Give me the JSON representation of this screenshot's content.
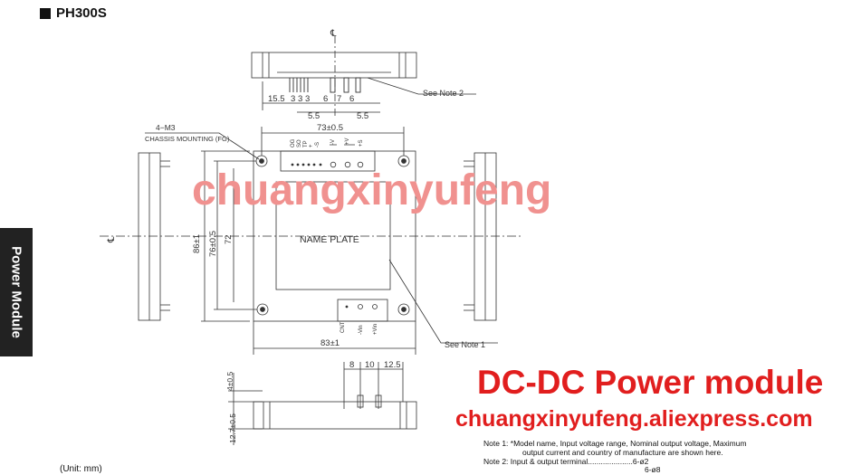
{
  "header": {
    "title": "PH300S"
  },
  "side_tab": {
    "label": "Power Module"
  },
  "drawing": {
    "centerline_symbol": "℄",
    "top_dims": {
      "d15_5": "15.5",
      "d3a": "3",
      "d3b": "3",
      "d3c": "3",
      "d6a": "6",
      "d7": "7",
      "d6b": "6",
      "d5_5a": "5.5",
      "d5_5b": "5.5"
    },
    "see_note2": "See  Note 2",
    "mount_label": "4−M3",
    "chassis_label": "CHASSIS MOUNTING (FG)",
    "width_73": "73±0.5",
    "width_83": "83±1",
    "height_86": "86±1",
    "height_76": "76±0.5",
    "height_72": "72",
    "name_plate": "NAME PLATE",
    "see_note1": "See  Note 1",
    "out_pins": {
      "p1": "OG",
      "p2": "SO",
      "p3": "TP",
      "p4": "+",
      "p5": "-S",
      "p6": "-V",
      "p7": "+V",
      "p8": "+S"
    },
    "in_pins": {
      "p1": "CNT",
      "p2": "-Vin",
      "p3": "+Vin"
    },
    "bottom_dims": {
      "d8": "8",
      "d10": "10",
      "d12_5": "12.5",
      "d4": "4±0.5",
      "d12_7": "12.7±0.5"
    }
  },
  "watermarks": {
    "center": "chuangxinyufeng",
    "product": "DC-DC Power module",
    "store": "chuangxinyufeng.aliexpress.com"
  },
  "notes": {
    "note1_line1": "Note 1: *Model name, Input voltage range, Nominal output voltage, Maximum",
    "note1_line2": "output current and country of manufacture are shown here.",
    "note2": "Note 2: Input & output terminal.....................6-ø2",
    "note2_line2": "6-ø8"
  },
  "unit": "(Unit: mm)"
}
